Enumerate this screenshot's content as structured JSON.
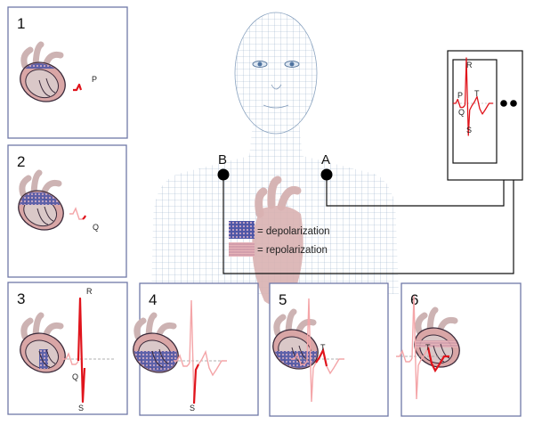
{
  "panels": [
    {
      "number": "1",
      "wave_labels": [
        "P"
      ]
    },
    {
      "number": "2",
      "wave_labels": [
        "Q"
      ]
    },
    {
      "number": "3",
      "wave_labels": [
        "R",
        "Q",
        "S"
      ]
    },
    {
      "number": "4",
      "wave_labels": [
        "S"
      ]
    },
    {
      "number": "5",
      "wave_labels": [
        "T"
      ]
    },
    {
      "number": "6",
      "wave_labels": [
        "T"
      ]
    }
  ],
  "electrodes": {
    "left": "B",
    "right": "A"
  },
  "monitor": {
    "wave_labels": [
      "R",
      "P",
      "T",
      "Q",
      "S"
    ]
  },
  "legend": {
    "depolarization": "= depolarization",
    "repolarization": "= repolarization"
  },
  "colors": {
    "active_wave": "#e0141c",
    "faded_wave": "#f4a5a8",
    "depolarization": "#4e56a6",
    "repolarization": "#d88a96",
    "panel_border": "#6f78a8"
  }
}
